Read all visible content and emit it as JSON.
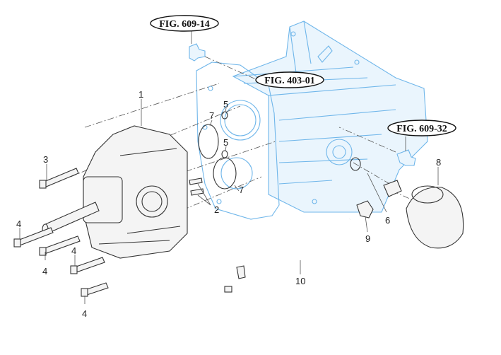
{
  "references": {
    "fig_609_14": "FIG. 609-14",
    "fig_403_01": "FIG. 403-01",
    "fig_609_32": "FIG. 609-32"
  },
  "callouts": {
    "part_1": "1",
    "part_2": "2",
    "part_3": "3",
    "part_4a": "4",
    "part_4b": "4",
    "part_4c": "4",
    "part_4d": "4",
    "part_5a": "5",
    "part_5b": "5",
    "part_6": "6",
    "part_7a": "7",
    "part_7b": "7",
    "part_8": "8",
    "part_9": "9",
    "part_10": "10"
  },
  "colors": {
    "housing": "#6fb6ea",
    "parts": "#333333"
  }
}
